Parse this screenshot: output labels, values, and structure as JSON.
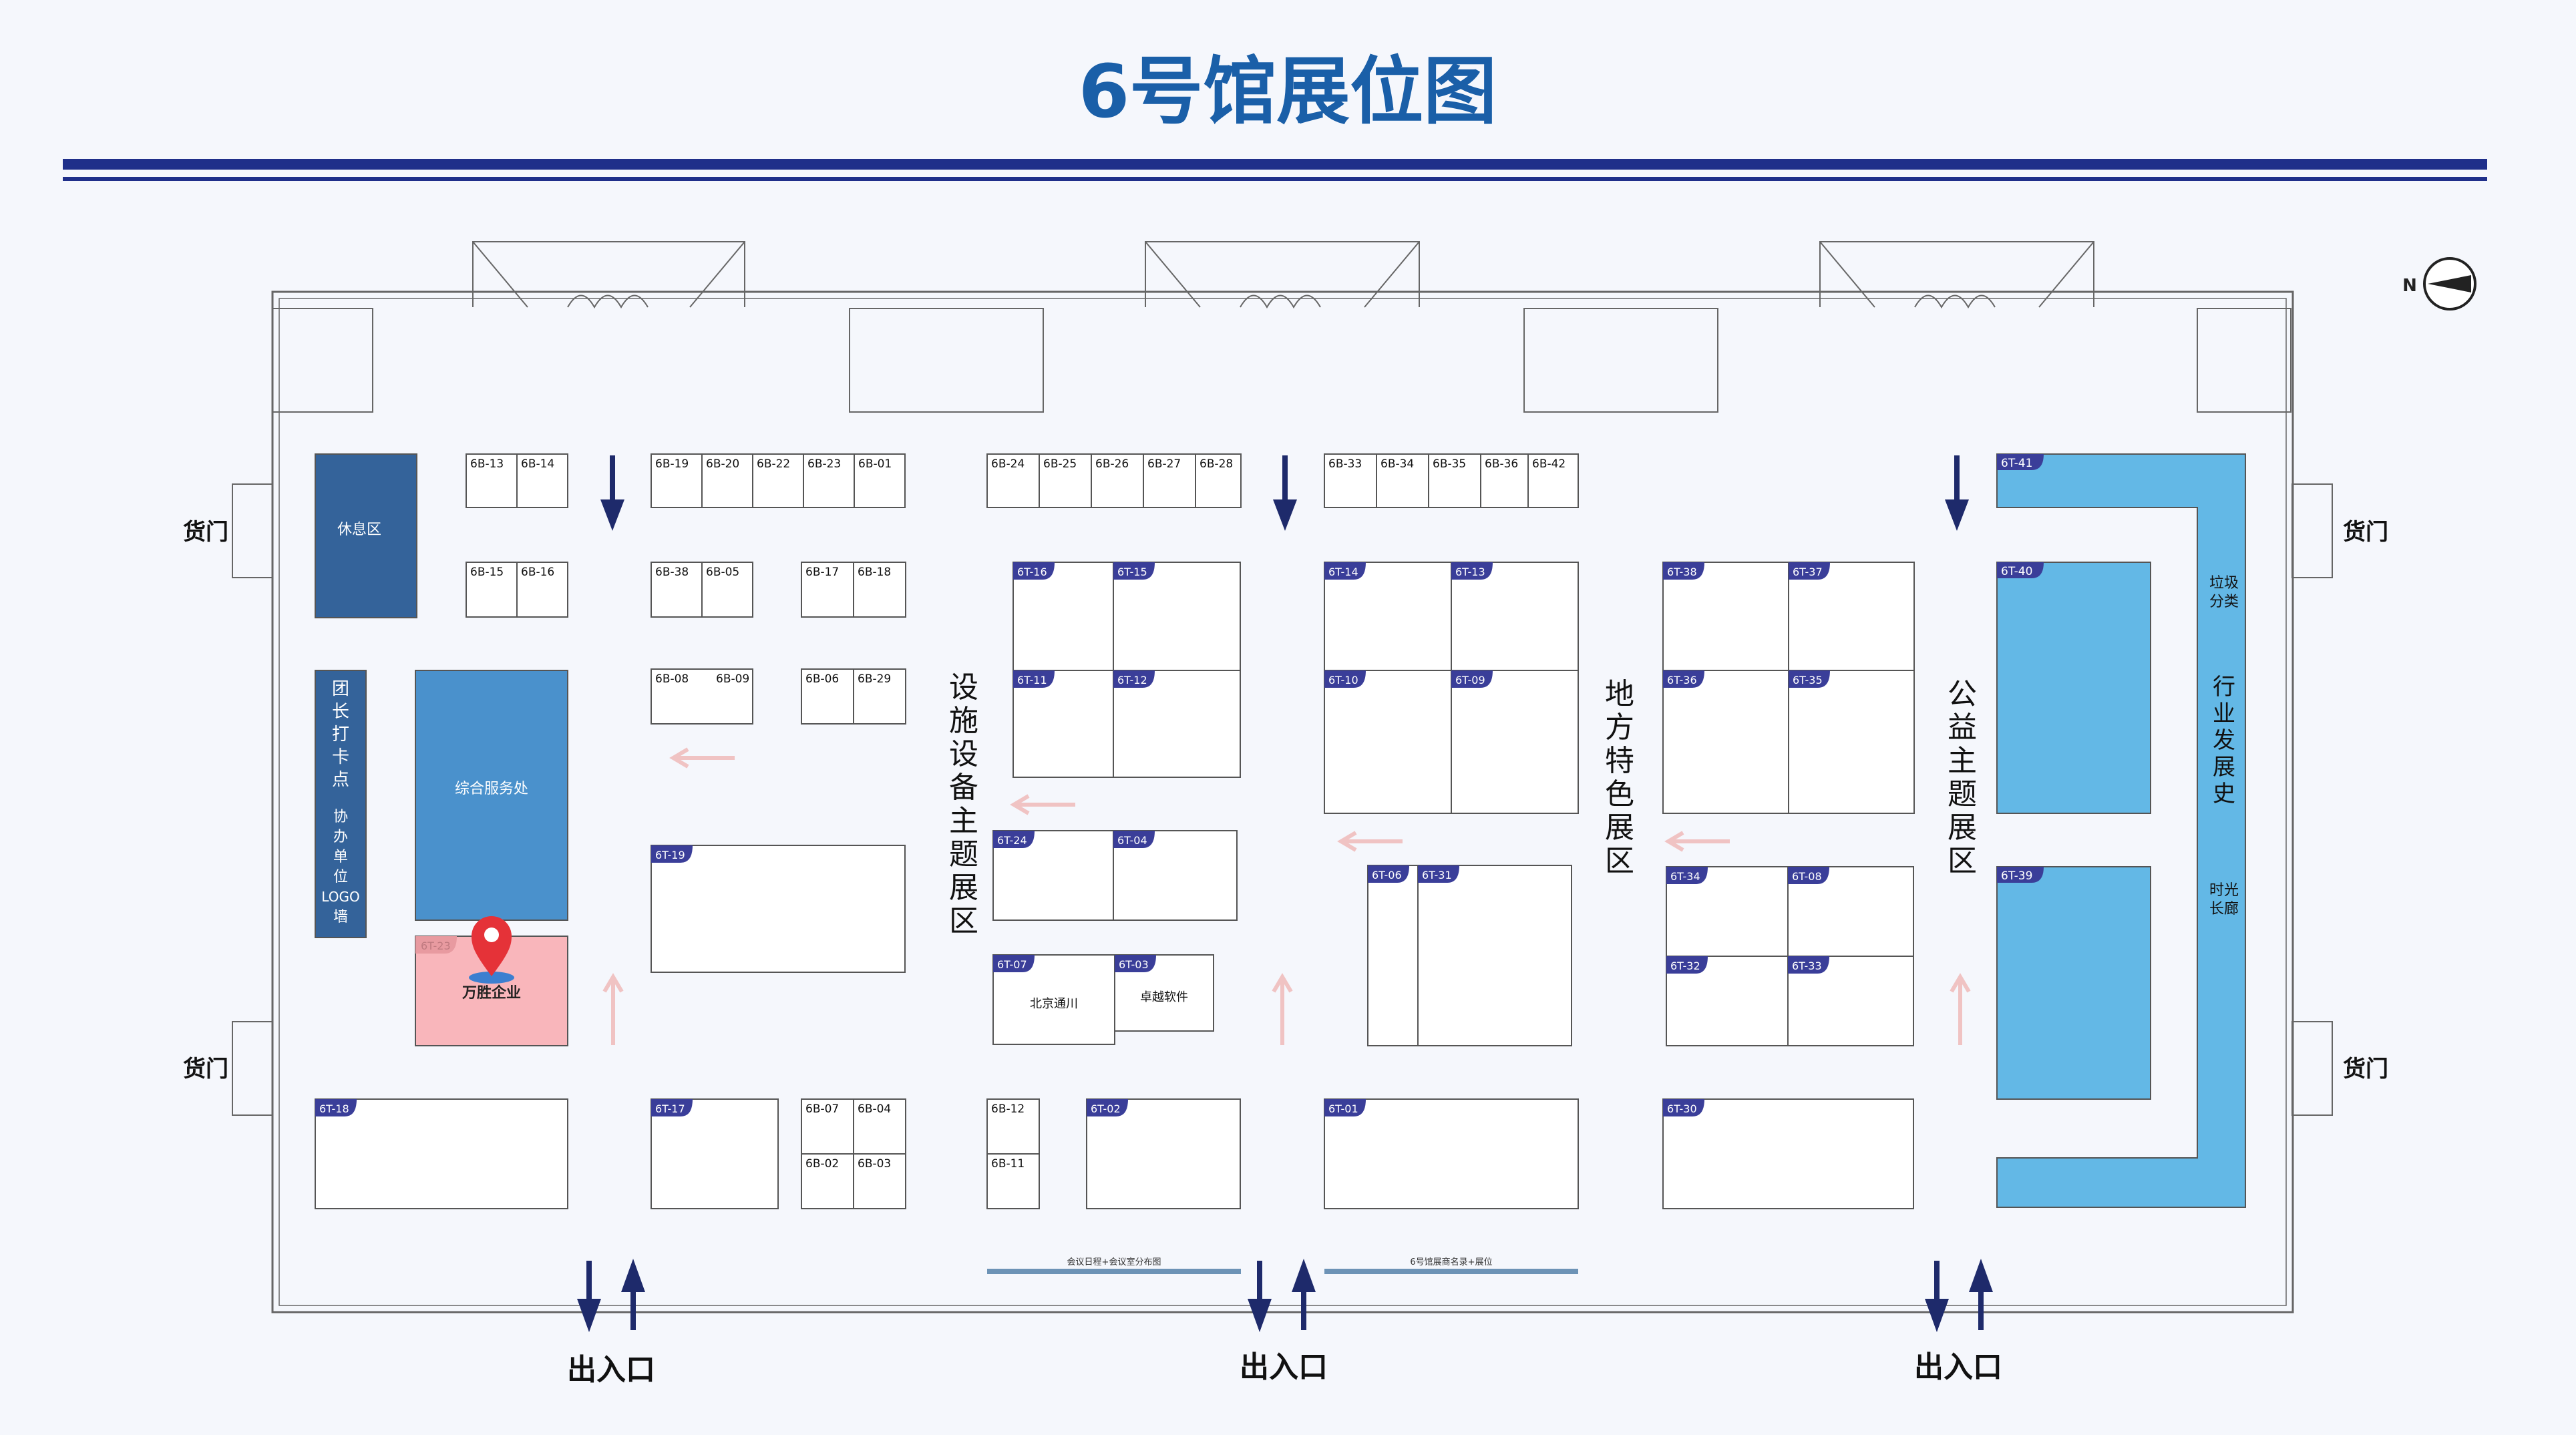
{
  "title": "6号馆展位图",
  "colors": {
    "title": "#1a5fa8",
    "header_rule": "#1f2f8a",
    "tag": "#3a3e99",
    "navy_block": "#34639a",
    "mid_blue": "#4a91cc",
    "light_blue": "#63b8e6",
    "highlight": "#f9b6bb",
    "marker": "#e53238",
    "arrow": "#1e2a6b",
    "faint_arrow": "#f0c3c3",
    "outline": "#555555"
  },
  "compass_label": "N",
  "gates": {
    "cargo": [
      "货门",
      "货门",
      "货门",
      "货门"
    ],
    "entrances": [
      "出入口",
      "出入口",
      "出入口"
    ]
  },
  "zones": {
    "rest": "休息区",
    "wall": [
      "团",
      "长",
      "打",
      "卡",
      "点",
      "协",
      "办",
      "单",
      "位",
      "LOGO",
      "墙"
    ],
    "service": "综合服务处",
    "highlight_booth": "6T-23",
    "highlight_company": "万胜企业",
    "facility": [
      "设",
      "施",
      "设",
      "备",
      "主",
      "题",
      "展",
      "区"
    ],
    "local": [
      "地",
      "方",
      "特",
      "色",
      "展",
      "区"
    ],
    "public": [
      "公",
      "益",
      "主",
      "题",
      "展",
      "区"
    ],
    "garbage": [
      "垃圾",
      "分类"
    ],
    "history": [
      "行",
      "业",
      "发",
      "展",
      "史"
    ],
    "corridor": [
      "时光",
      "长廊"
    ]
  },
  "booths": {
    "b_13": "6B-13",
    "b_14": "6B-14",
    "b_15": "6B-15",
    "b_16": "6B-16",
    "b_19": "6B-19",
    "b_20": "6B-20",
    "b_22": "6B-22",
    "b_23": "6B-23",
    "b_01": "6B-01",
    "b_38": "6B-38",
    "b_05": "6B-05",
    "b_17": "6B-17",
    "b_18": "6B-18",
    "b_08": "6B-08",
    "b_09": "6B-09",
    "b_06": "6B-06",
    "b_29": "6B-29",
    "b_07": "6B-07",
    "b_04": "6B-04",
    "b_02": "6B-02",
    "b_03": "6B-03",
    "b_24": "6B-24",
    "b_25": "6B-25",
    "b_26": "6B-26",
    "b_27": "6B-27",
    "b_28": "6B-28",
    "b_12": "6B-12",
    "b_11": "6B-11",
    "b_33": "6B-33",
    "b_34": "6B-34",
    "b_35": "6B-35",
    "b_36": "6B-36",
    "b_42": "6B-42",
    "t_18": "6T-18",
    "t_19": "6T-19",
    "t_17": "6T-17",
    "t_16": "6T-16",
    "t_15": "6T-15",
    "t_11": "6T-11",
    "t_12": "6T-12",
    "t_24": "6T-24",
    "t_04": "6T-04",
    "t_07": "6T-07",
    "t_03": "6T-03",
    "t_02": "6T-02",
    "t_14": "6T-14",
    "t_13": "6T-13",
    "t_10": "6T-10",
    "t_09": "6T-09",
    "t_06": "6T-06",
    "t_31": "6T-31",
    "t_01": "6T-01",
    "t_38": "6T-38",
    "t_37": "6T-37",
    "t_36": "6T-36",
    "t_35": "6T-35",
    "t_34": "6T-34",
    "t_08": "6T-08",
    "t_32": "6T-32",
    "t_33": "6T-33",
    "t_30": "6T-30",
    "t_41": "6T-41",
    "t_40": "6T-40",
    "t_39": "6T-39"
  },
  "companies": {
    "t_07": "北京通川",
    "t_03": "卓越软件"
  },
  "notices": {
    "left": "会议日程+会议室分布图",
    "right": "6号馆展商名录+展位"
  }
}
